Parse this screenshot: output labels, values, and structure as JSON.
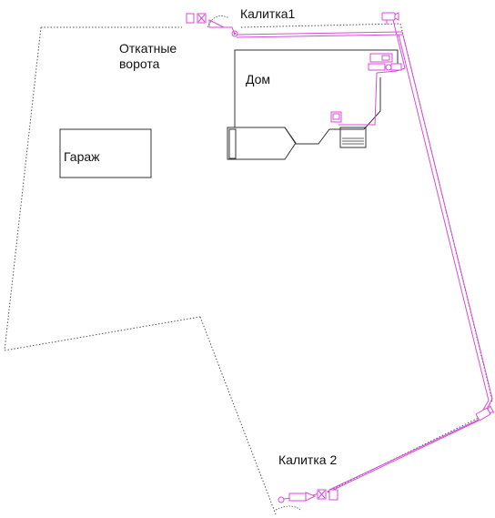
{
  "labels": {
    "gate1": "Калитка1",
    "sliding_gate_line1": "Откатные",
    "sliding_gate_line2": "ворота",
    "house": "Дом",
    "garage": "Гараж",
    "gate2": "Калитка 2"
  },
  "colors": {
    "cable": "#d94bd9",
    "outline": "#333333",
    "fence": "#555555",
    "background": "#ffffff"
  }
}
